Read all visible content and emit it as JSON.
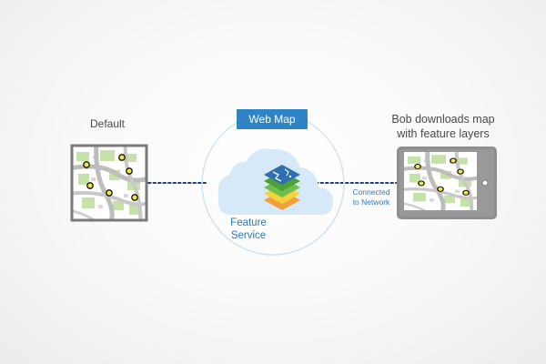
{
  "labels": {
    "default": "Default",
    "bob_line1": "Bob downloads map",
    "bob_line2": "with feature layers",
    "connected_line1": "Connected",
    "connected_line2": "to Network",
    "feature_line1": "Feature",
    "feature_line2": "Service"
  },
  "web_map": {
    "label": "Web Map"
  },
  "colors": {
    "accent_blue": "#2e84c5",
    "label_blue": "#2e7ab8",
    "text_gray": "#4a4a4a",
    "dotted_line": "#1f3f7a",
    "cloud_fill": "#d6e9f8",
    "ring_stroke": "#cfe4f5",
    "device_frame": "#8e8e8e",
    "map_road": "#bdbdbd",
    "map_green": "#c5e3a8",
    "poi_fill": "#f3e642"
  }
}
